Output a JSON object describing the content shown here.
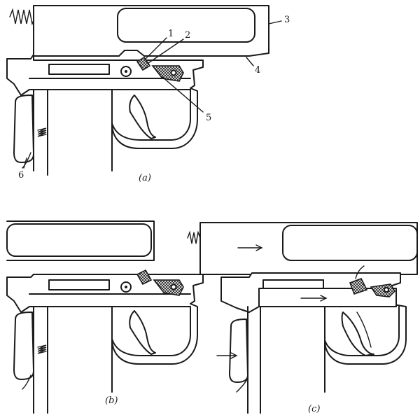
{
  "labels": {
    "part_1": "1",
    "part_2": "2",
    "part_3": "3",
    "part_4": "4",
    "part_5": "5",
    "part_6": "6"
  },
  "captions": {
    "a": "(a)",
    "b": "(b)",
    "c": "(c)"
  },
  "colors": {
    "ink": "#1a1a1a",
    "paper": "#ffffff"
  }
}
